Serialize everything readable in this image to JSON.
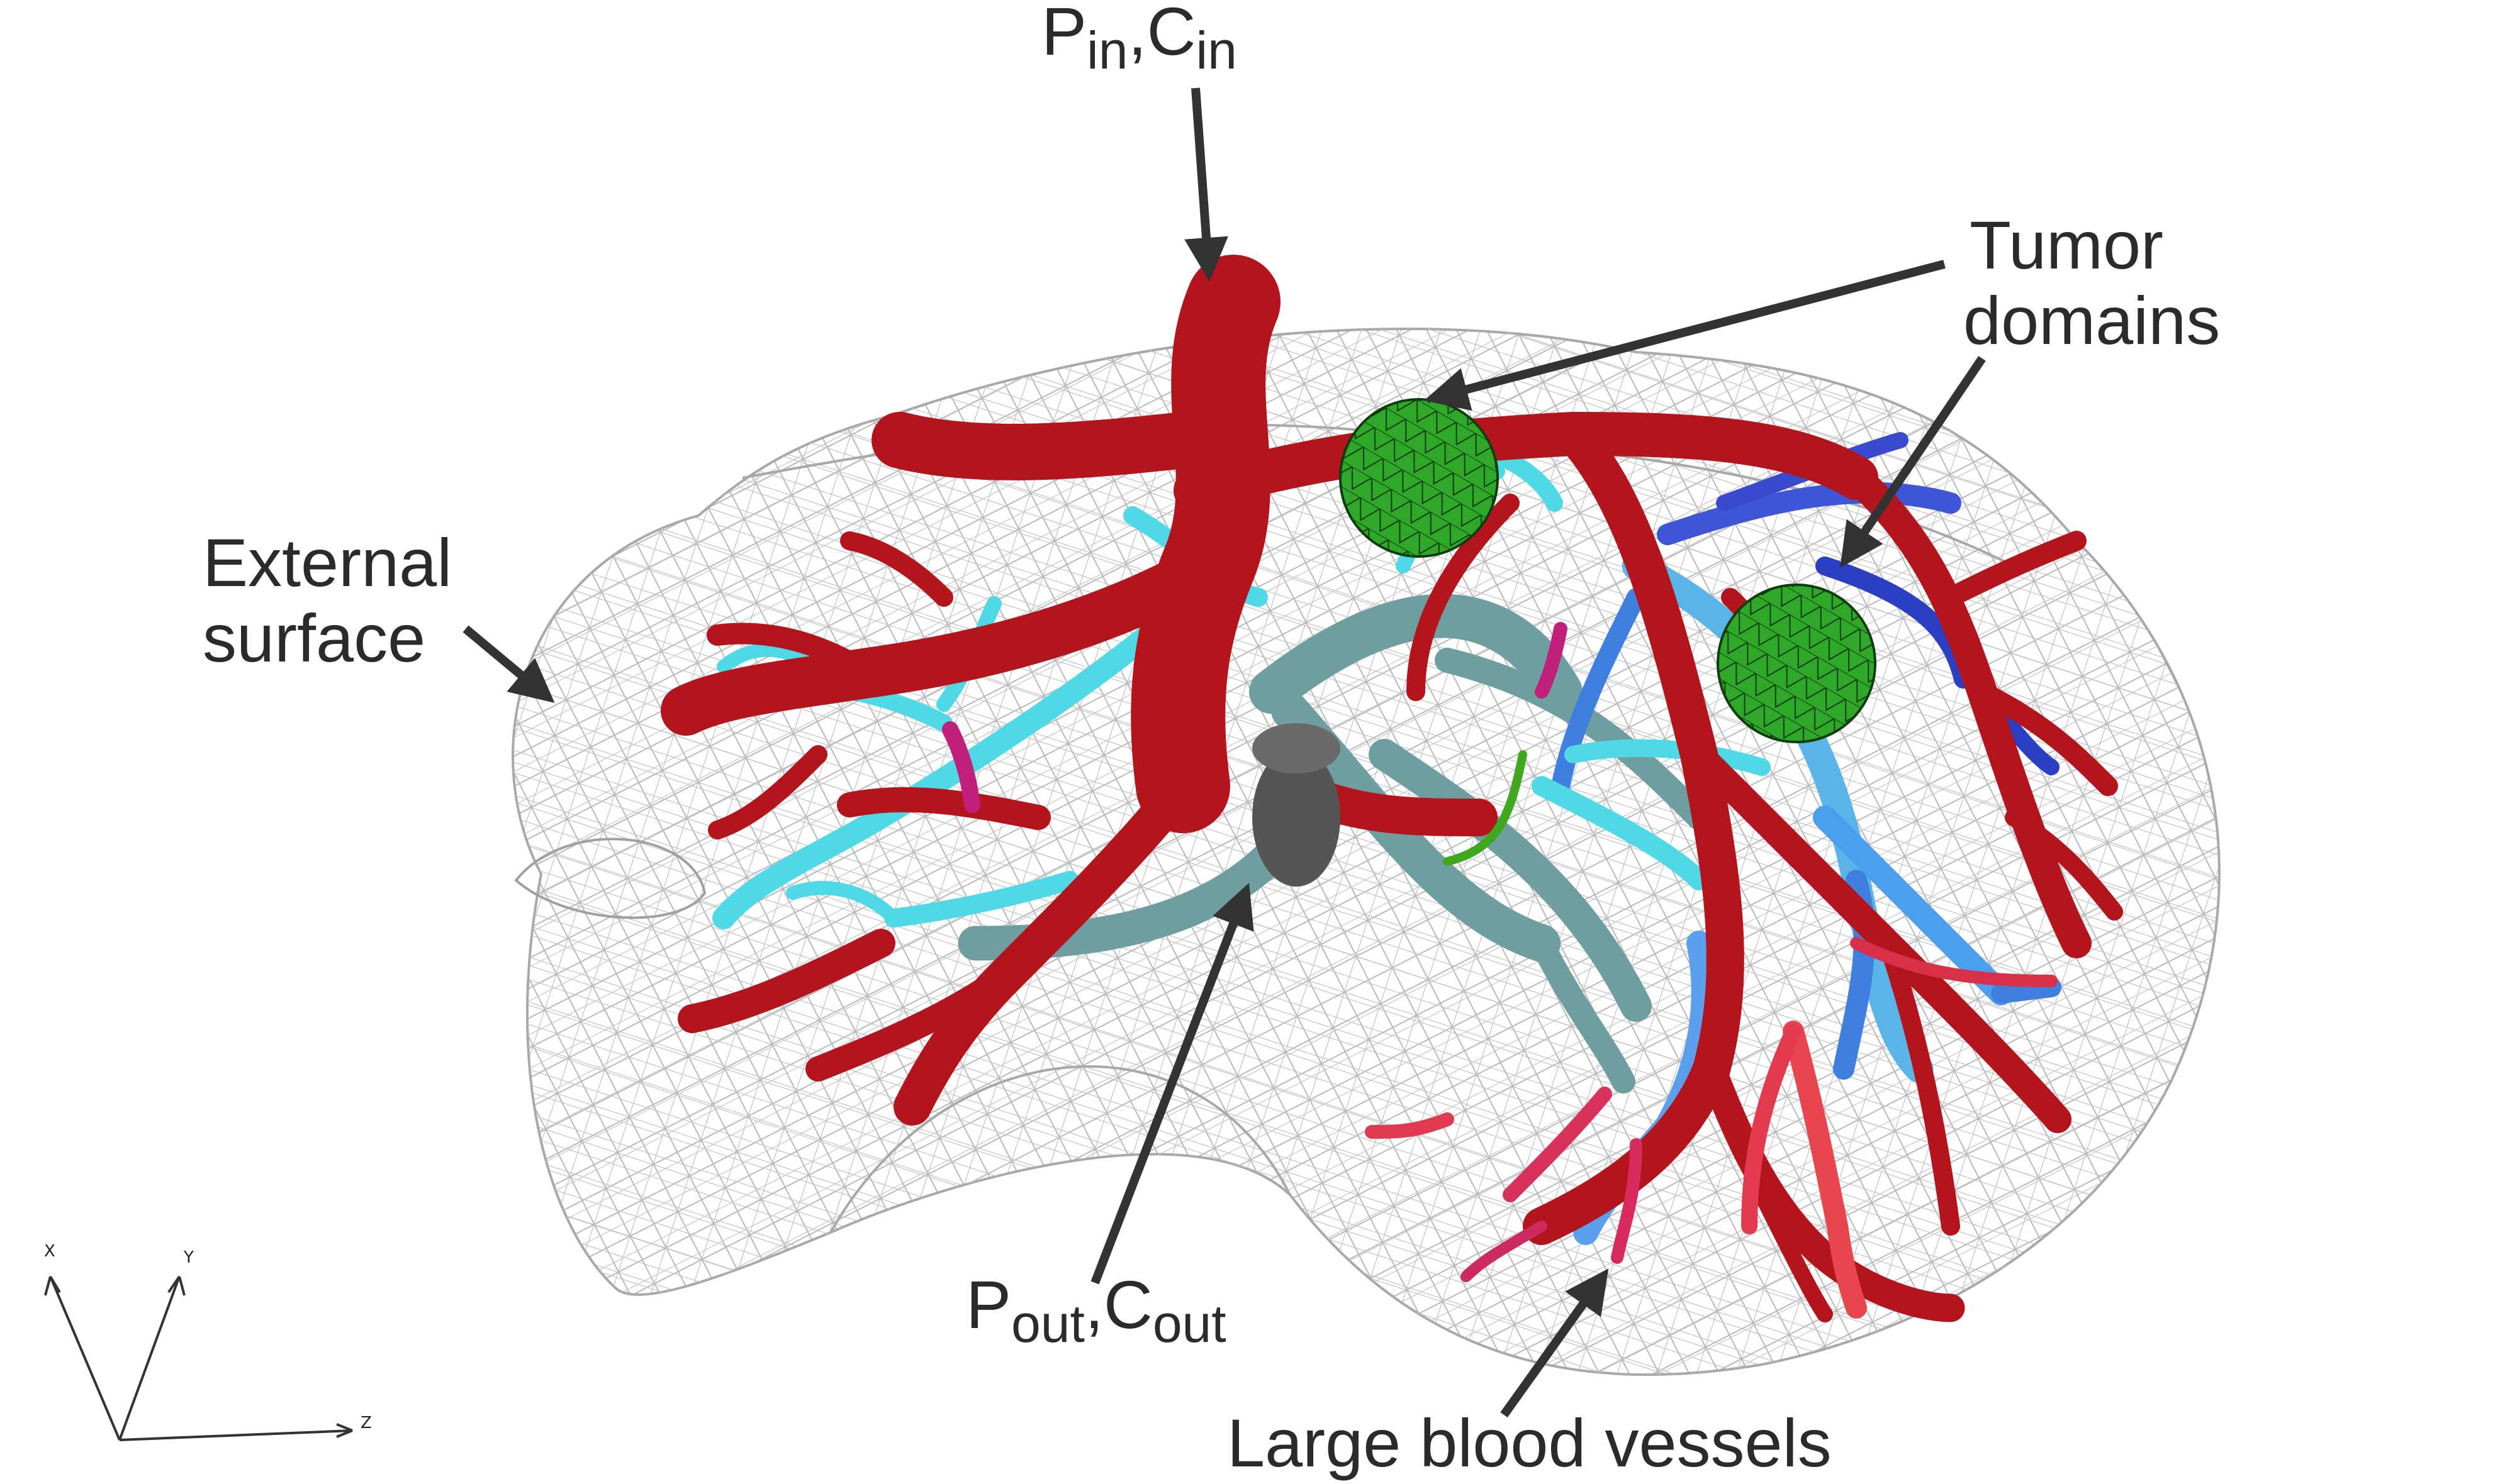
{
  "labels": {
    "inlet": {
      "p": "P",
      "p_sub": "in",
      "sep": ",",
      "c": "C",
      "c_sub": "in"
    },
    "outlet": {
      "p": "P",
      "p_sub": "out",
      "sep": ",",
      "c": "C",
      "c_sub": "out"
    },
    "tumor": [
      "Tumor",
      "domains"
    ],
    "external": [
      "External",
      "surface"
    ],
    "vessels": "Large blood vessels"
  },
  "axes": {
    "x": "X",
    "y": "Y",
    "z": "Z"
  },
  "colors": {
    "artery": "#b4141c",
    "artery_light": "#e8464e",
    "portal": "#4fd9e6",
    "portal_gray": "#6f9ea1",
    "hepatic_blue": "#3f7fe0",
    "hepatic_dark": "#2a3fc4",
    "tumor": "#2fa82a",
    "mesh": "#b8b8b8",
    "arrow": "#333333",
    "outlet": "#555555"
  },
  "icons": {
    "arrow": "arrow-icon"
  }
}
